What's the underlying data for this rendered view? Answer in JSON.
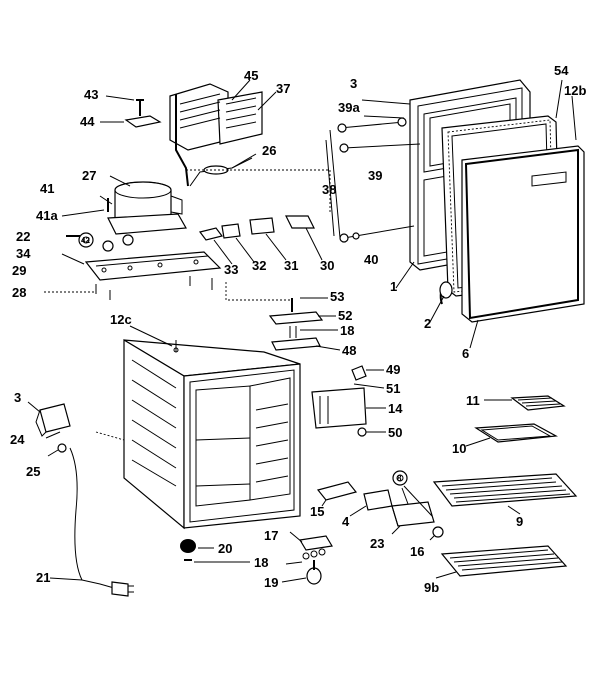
{
  "labels": {
    "l45": "45",
    "l37": "37",
    "l43": "43",
    "l44": "44",
    "l26": "26",
    "l27": "27",
    "l41": "41",
    "l41a": "41a",
    "l22": "22",
    "l42": "42",
    "l34": "34",
    "l29": "29",
    "l28": "28",
    "l33": "33",
    "l32": "32",
    "l31": "31",
    "l30": "30",
    "l3a": "3",
    "l39a": "39a",
    "l38": "38",
    "l39": "39",
    "l40": "40",
    "l1": "1",
    "l54": "54",
    "l12b": "12b",
    "l2": "2",
    "l6": "6",
    "l53": "53",
    "l52": "52",
    "l18a": "18",
    "l48": "48",
    "l12c": "12c",
    "l49": "49",
    "l51": "51",
    "l14": "14",
    "l50": "50",
    "l11": "11",
    "l10": "10",
    "l3b": "3",
    "l24": "24",
    "l25": "25",
    "l15": "15",
    "l4": "4",
    "l8": "8",
    "l23": "23",
    "l16": "16",
    "l9": "9",
    "l17": "17",
    "l20": "20",
    "l18b": "18",
    "l19": "19",
    "l21": "21",
    "l9b": "9b"
  }
}
